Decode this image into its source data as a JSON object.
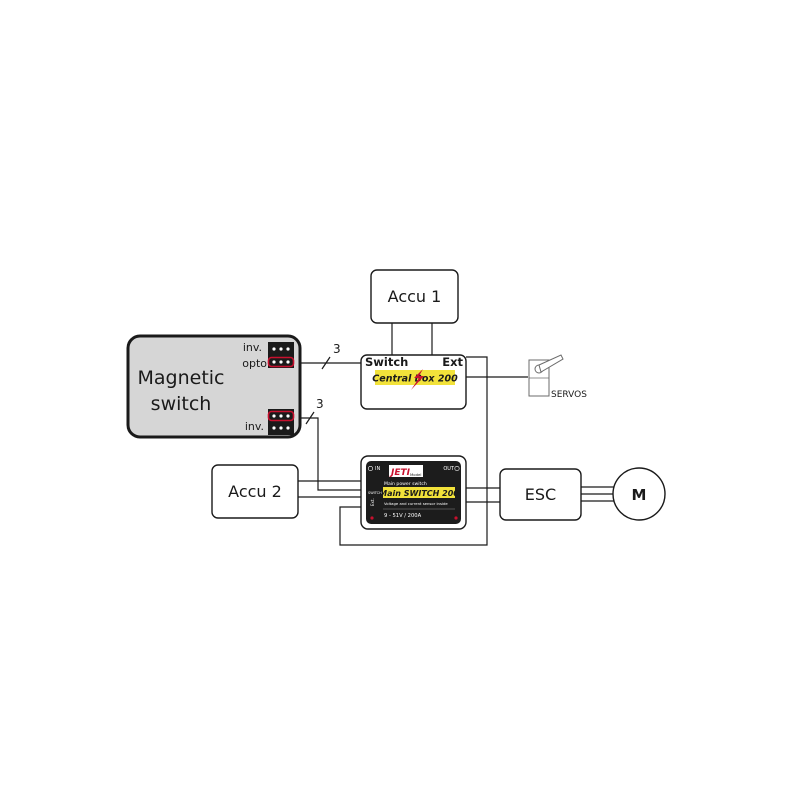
{
  "accu1": {
    "label": "Accu 1"
  },
  "accu2": {
    "label": "Accu 2"
  },
  "magnetic_switch": {
    "line1": "Magnetic",
    "line2": "switch",
    "pin_inv_top": "inv.",
    "pin_opto": "opto",
    "pin_inv_bottom": "inv."
  },
  "wire_count_top": "3",
  "wire_count_bottom": "3",
  "central_box": {
    "port_switch": "Switch",
    "port_ext": "Ext",
    "product_name": "Central Box 200"
  },
  "main_switch": {
    "brand": "JETI",
    "brand_sub": "Model",
    "in_label": "IN",
    "out_label": "OUT",
    "subtitle": "Main power switch",
    "product_name": "Main SWITCH 200",
    "sensor_note": "Voltage and current sensor inside",
    "rating": "9 - 51V / 200A",
    "side_label": "SWITCH",
    "ext_label": "Ext."
  },
  "servos": {
    "label": "SERVOS"
  },
  "esc": {
    "label": "ESC"
  },
  "motor": {
    "label": "M"
  },
  "colors": {
    "line": "#1a1a1a",
    "magnetic_fill": "#d6d6d6",
    "highlight": "#c8102e",
    "label_yellow": "#f2e23a"
  }
}
